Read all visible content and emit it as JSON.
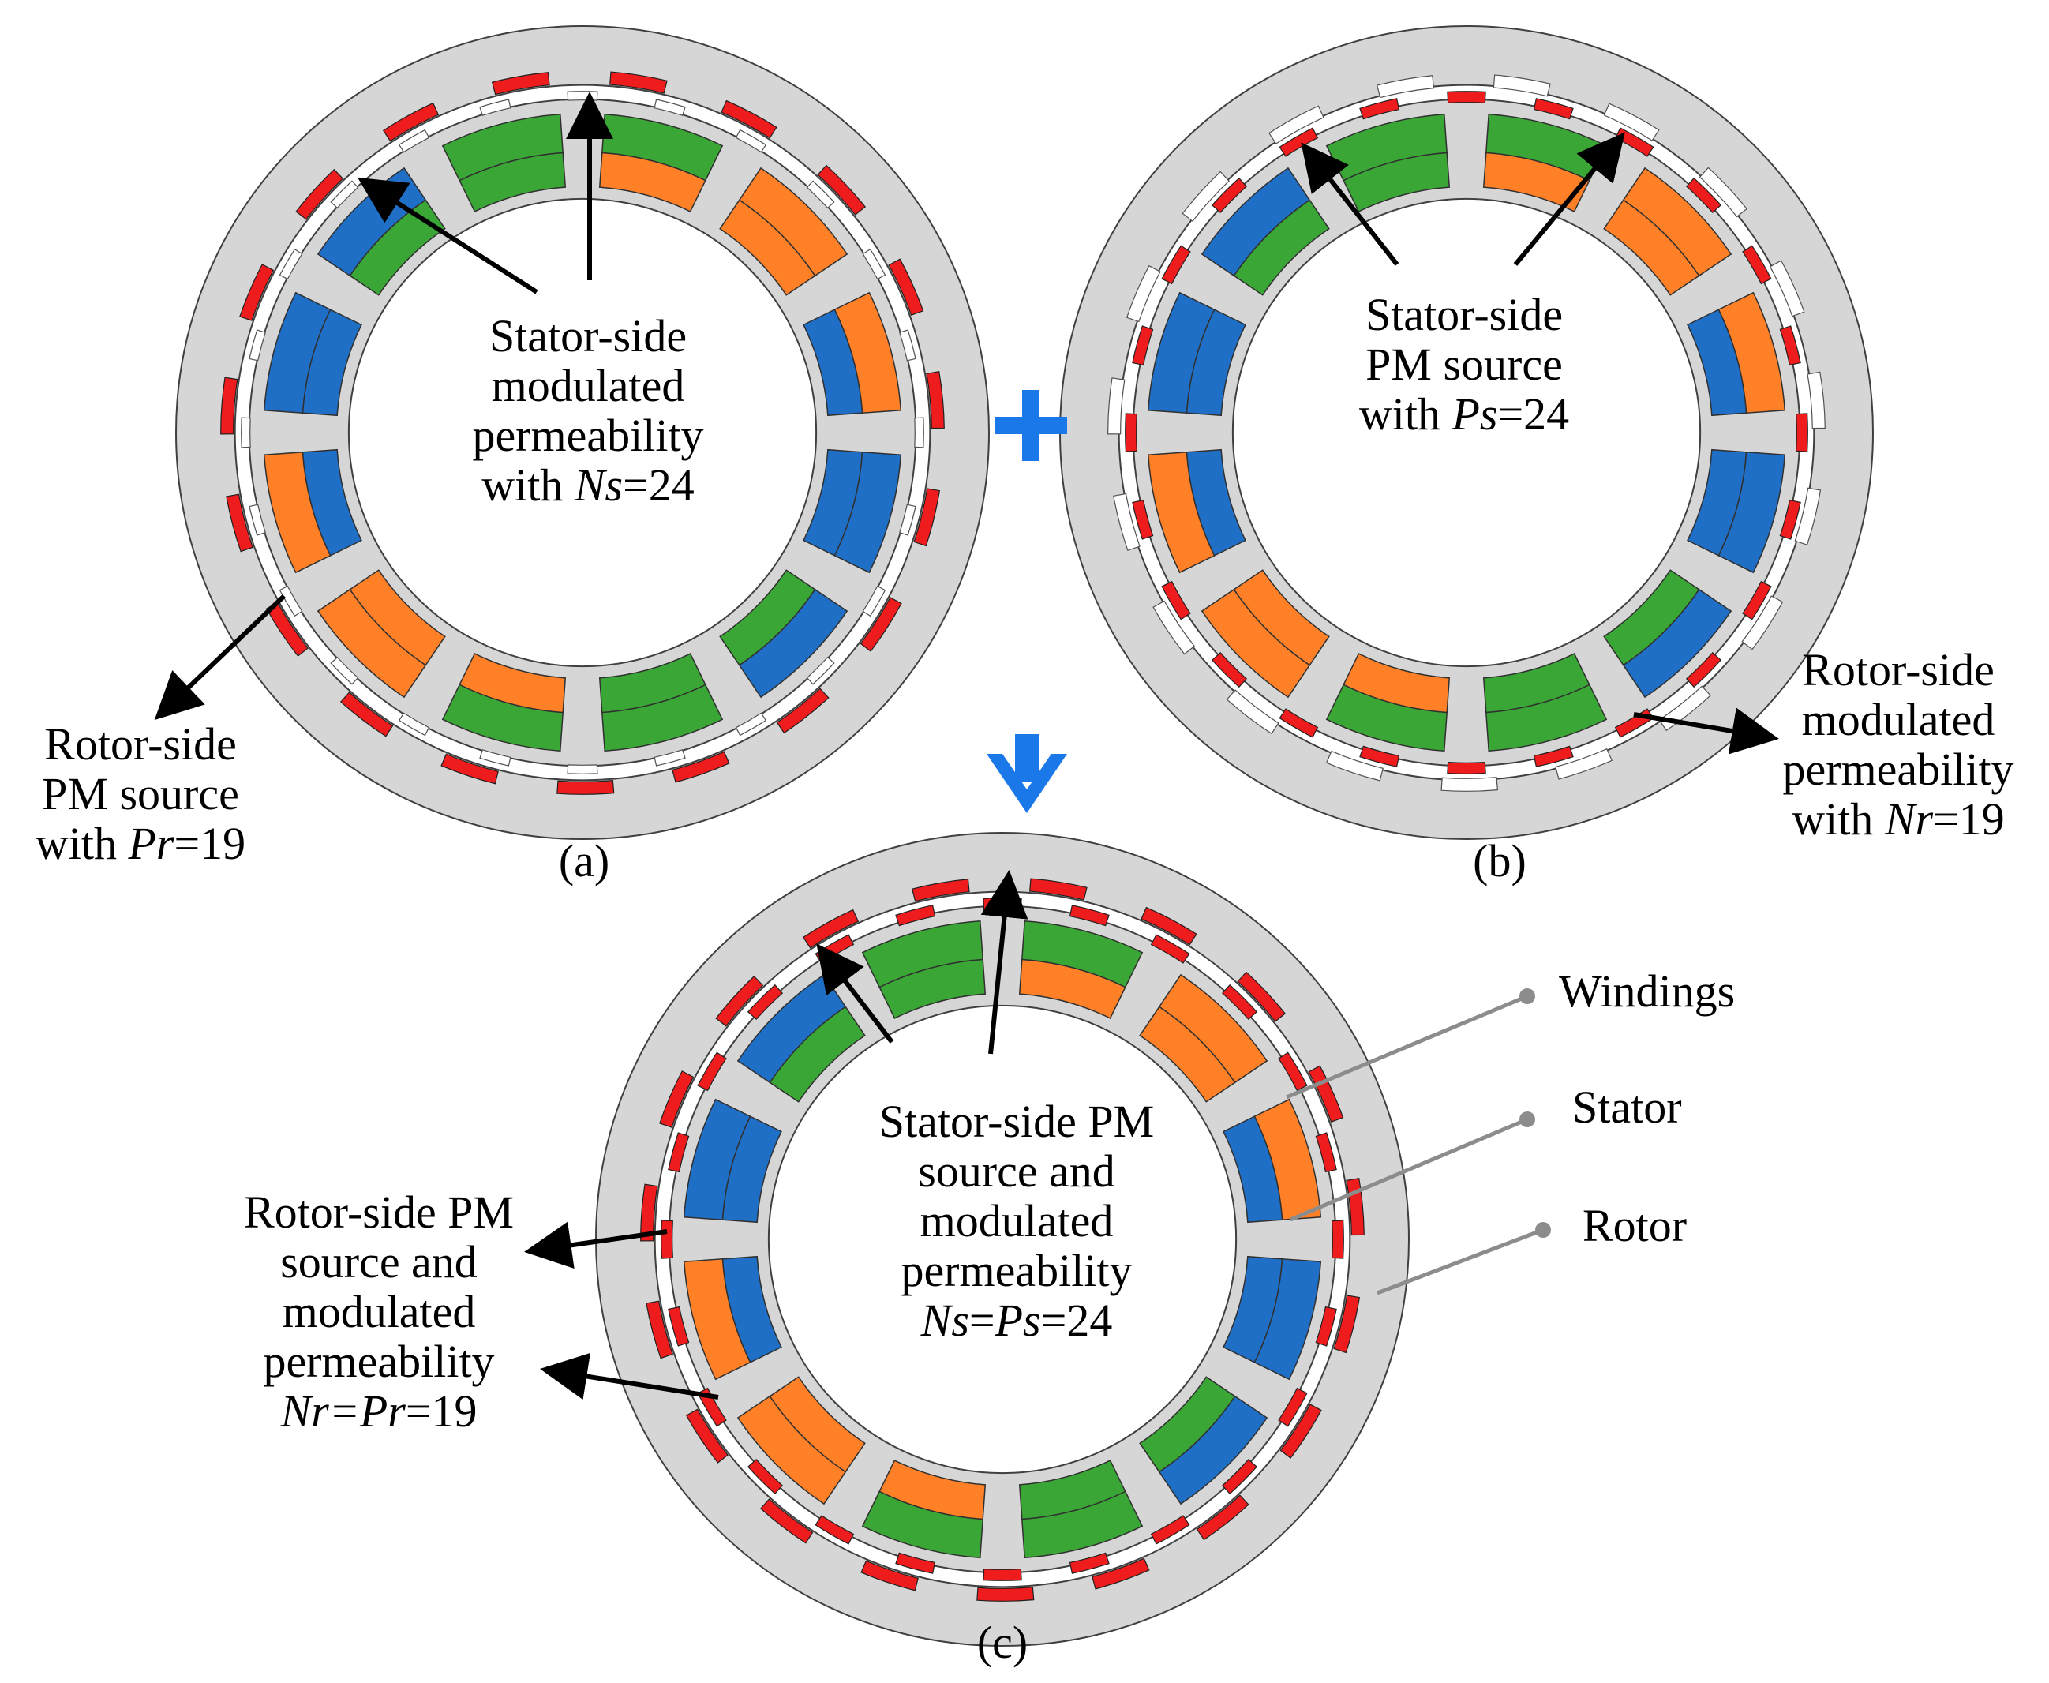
{
  "colors": {
    "iron": "#d6d6d6",
    "pm": "#ee1c1c",
    "phase_a": "#3aa635",
    "phase_b": "#ff8026",
    "phase_c": "#1f6fc6",
    "plus_arrow": "#1b78e8",
    "leader": "#8c8c8c"
  },
  "panel_a": {
    "caption": "(a)",
    "stator_label": [
      "Stator-side",
      "modulated",
      "permeability"
    ],
    "stator_label_last": {
      "prefix": "with ",
      "var": "Ns",
      "value": "=24"
    },
    "rotor_label": [
      "Rotor-side",
      "PM  source"
    ],
    "rotor_label_last": {
      "prefix": "with ",
      "var": "Pr",
      "value": "=19"
    }
  },
  "panel_b": {
    "caption": "(b)",
    "stator_label": [
      "Stator-side",
      "PM  source"
    ],
    "stator_label_last": {
      "prefix": "with ",
      "var": "Ps",
      "value": "=24"
    },
    "rotor_label": [
      "Rotor-side",
      "modulated",
      "permeability"
    ],
    "rotor_label_last": {
      "prefix": "with ",
      "var": "Nr",
      "value": "=19"
    }
  },
  "panel_c": {
    "caption": "(c)",
    "stator_label": [
      "Stator-side PM",
      "source and",
      "modulated",
      "permeability"
    ],
    "stator_label_last": {
      "var1": "Ns",
      "mid": "=",
      "var2": "Ps",
      "value": "=24"
    },
    "rotor_label": [
      "Rotor-side PM",
      "source and",
      "modulated",
      "permeability"
    ],
    "rotor_label_last": {
      "var1": "Nr",
      "mid": "=",
      "var2": "Pr",
      "value": "=19"
    },
    "legend": {
      "windings": "Windings",
      "stator": "Stator",
      "rotor": "Rotor"
    }
  },
  "operators": {
    "plus": "plus-sign",
    "down_arrow": "down-arrow"
  }
}
